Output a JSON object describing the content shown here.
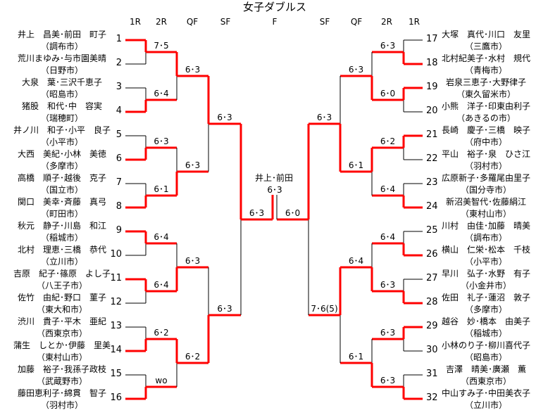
{
  "title": "女子ダブルス",
  "round_headers": [
    "1R",
    "2R",
    "QF",
    "SF",
    "F",
    "SF",
    "QF",
    "2R",
    "1R"
  ],
  "colors": {
    "winner_line": "#ff0000",
    "line": "#000000"
  },
  "left": {
    "entries": [
      {
        "seed": "1",
        "name": "井上　昌美･前田　町子",
        "city": "（調布市）"
      },
      {
        "seed": "2",
        "name": "荒川まゆみ･与市園美晴",
        "city": "（日野市）"
      },
      {
        "seed": "3",
        "name": "大泉　葉･三沢千恵子",
        "city": "（昭島市）"
      },
      {
        "seed": "4",
        "name": "猪股　和代･中　容実",
        "city": "（瑞穂町）"
      },
      {
        "seed": "5",
        "name": "井ノ川　和子･小平　良子",
        "city": "（小平市）"
      },
      {
        "seed": "6",
        "name": "大西　美紀･小林　美徳",
        "city": "（多摩市）"
      },
      {
        "seed": "7",
        "name": "高橋　順子･越後　克子",
        "city": "（国立市）"
      },
      {
        "seed": "8",
        "name": "関口　美幸･斉藤　真弓",
        "city": "（町田市）"
      },
      {
        "seed": "9",
        "name": "秋元　静子･川島　和江",
        "city": "（稲城市）"
      },
      {
        "seed": "10",
        "name": "北村　理恵･三橋　恭代",
        "city": "（立川市）"
      },
      {
        "seed": "11",
        "name": "吉原　紀子･篠原　よし子",
        "city": "（八王子市）"
      },
      {
        "seed": "12",
        "name": "佐竹　由紀･野口　菫子",
        "city": "（東大和市）"
      },
      {
        "seed": "13",
        "name": "渋川　貴子･平木　亜紀",
        "city": "（西東京市）"
      },
      {
        "seed": "14",
        "name": "蒲生　しとか･伊藤　里美",
        "city": "（東村山市）"
      },
      {
        "seed": "15",
        "name": "加藤　裕子･我孫子政枝",
        "city": "（武蔵野市）"
      },
      {
        "seed": "16",
        "name": "藤田恵利子･綿貫　智子",
        "city": "（羽村市）"
      }
    ],
    "rounds": [
      [
        {
          "score": "7･5",
          "winner": "top"
        },
        {
          "score": "6･4",
          "winner": "bottom"
        },
        {
          "score": "6･3",
          "winner": "bottom"
        },
        {
          "score": "6･1",
          "winner": "bottom"
        },
        {
          "score": "6･4",
          "winner": "top"
        },
        {
          "score": "6･4",
          "winner": "top"
        },
        {
          "score": "6･2",
          "winner": "bottom"
        },
        {
          "score": "wo",
          "winner": "bottom"
        }
      ],
      [
        {
          "score": "6･3",
          "winner": "top"
        },
        {
          "score": "6･3",
          "winner": "bottom"
        },
        {
          "score": "6･3",
          "winner": "bottom"
        },
        {
          "score": "6･2",
          "winner": "top"
        }
      ],
      [
        {
          "score": "6･3",
          "winner": "top"
        },
        {
          "score": "6･3",
          "winner": "bottom"
        }
      ],
      [
        {
          "score": "6･3",
          "winner": "top"
        }
      ]
    ]
  },
  "right": {
    "entries": [
      {
        "seed": "17",
        "name": "大塚　真代･川口　友里",
        "city": "（三鷹市）"
      },
      {
        "seed": "18",
        "name": "北村紀美子･水村　規代",
        "city": "（青梅市）"
      },
      {
        "seed": "19",
        "name": "岩泉三恵子･大野律子",
        "city": "（東久留米市）"
      },
      {
        "seed": "20",
        "name": "小熊　洋子･印東由利子",
        "city": "（あきるの市）"
      },
      {
        "seed": "21",
        "name": "長崎　慶子･三橋　映子",
        "city": "（府中市）"
      },
      {
        "seed": "22",
        "name": "平山　裕子･泉　ひさ江",
        "city": "（羽村市）"
      },
      {
        "seed": "23",
        "name": "広原新子･多羅尾由里子",
        "city": "（国分寺市）"
      },
      {
        "seed": "24",
        "name": "新沼美智代･佐藤絹江",
        "city": "（東村山市）"
      },
      {
        "seed": "25",
        "name": "川村　由佳･加藤　晴美",
        "city": "（調布市）"
      },
      {
        "seed": "26",
        "name": "横山　仁栄･松本　千枝",
        "city": "（小平市）"
      },
      {
        "seed": "27",
        "name": "早川　弘子･水野　有子",
        "city": "（小金井市）"
      },
      {
        "seed": "28",
        "name": "佐田　礼子･蓮沼　敦子",
        "city": "（多摩市）"
      },
      {
        "seed": "29",
        "name": "越谷　妙･橋本　由美子",
        "city": "（稲城市）"
      },
      {
        "seed": "30",
        "name": "小林のり子･柳川喜代子",
        "city": "（昭島市）"
      },
      {
        "seed": "31",
        "name": "吉澤　晴美･廣瀬　薫",
        "city": "（西東京市）"
      },
      {
        "seed": "32",
        "name": "中山すみ子･中田美衣子",
        "city": "（立川市）"
      }
    ],
    "rounds": [
      [
        {
          "score": "6･3",
          "winner": "bottom"
        },
        {
          "score": "6･0",
          "winner": "top"
        },
        {
          "score": "6･2",
          "winner": "top"
        },
        {
          "score": "6･4",
          "winner": "bottom"
        },
        {
          "score": "6･4",
          "winner": "bottom"
        },
        {
          "score": "6･3",
          "winner": "bottom"
        },
        {
          "score": "6･3",
          "winner": "top"
        },
        {
          "score": "6･3",
          "winner": "bottom"
        }
      ],
      [
        {
          "score": "6･3",
          "winner": "bottom"
        },
        {
          "score": "6･1",
          "winner": "top"
        },
        {
          "score": "6･4",
          "winner": "bottom"
        },
        {
          "score": "6･1",
          "winner": "bottom"
        }
      ],
      [
        {
          "score": "6･3",
          "winner": "bottom"
        },
        {
          "score": "7･6(5)",
          "winner": "top"
        }
      ],
      [
        {
          "score": "6･0",
          "winner": "top"
        }
      ]
    ]
  },
  "final": {
    "champion": "井上･前田",
    "score": "6･3",
    "winner_side": "left"
  }
}
